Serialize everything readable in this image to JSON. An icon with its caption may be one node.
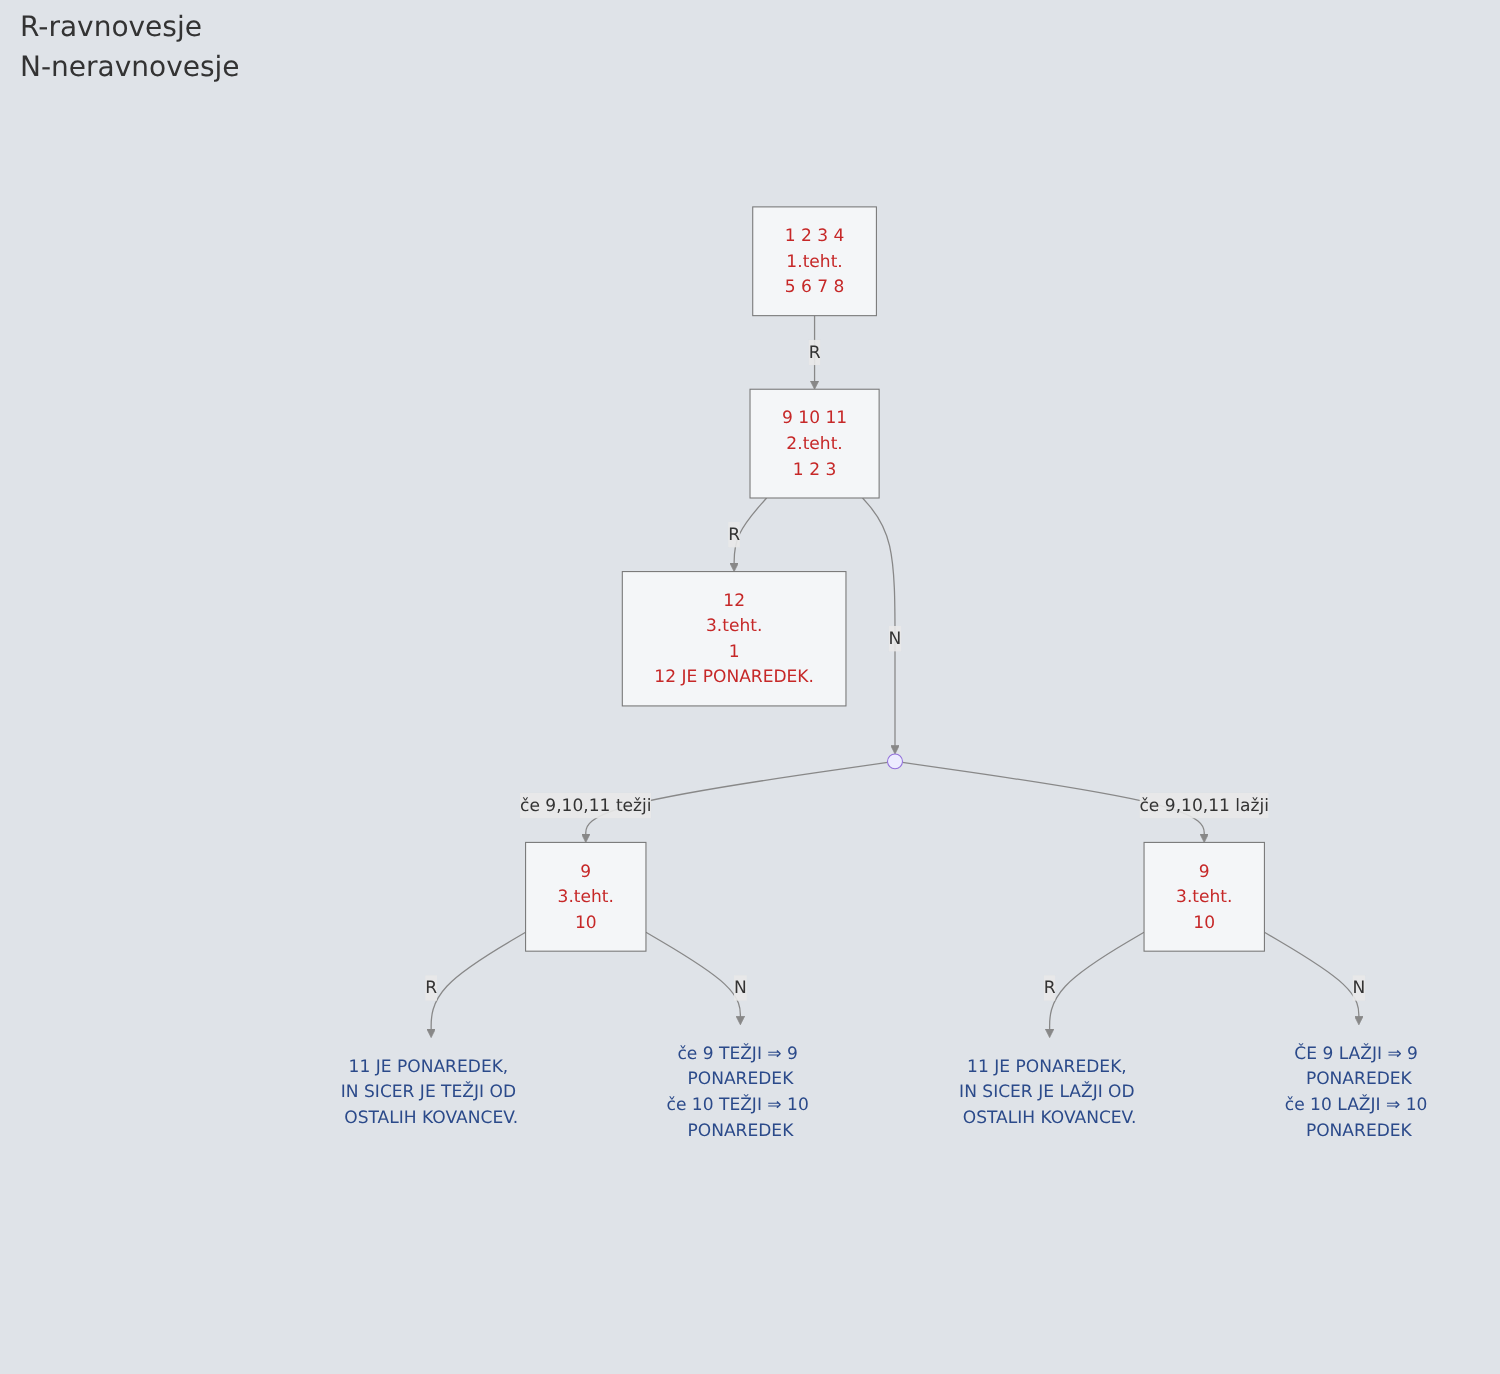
{
  "diagram": {
    "nodes": [
      {
        "text": [
          "1 2 3 4",
          "1.teht.",
          "5 6 7 8"
        ]
      },
      {
        "text": [
          "9 10 11",
          "2.teht.",
          "1 2 3"
        ]
      },
      {
        "text": [
          "12",
          "3.teht.",
          "1",
          "12 JE PONAREDEK."
        ]
      },
      {
        "text": [],
        "shape": "point"
      },
      {
        "text": [
          "9",
          "3.teht.",
          "10"
        ]
      },
      {
        "text": [
          "9",
          "3.teht.",
          "10"
        ]
      },
      {
        "text": [
          "11 JE PONAREDEK, IN SICER JE TEŽJI OD OSTALIH KOVANCEV."
        ]
      },
      {
        "text": [
          "če 9 TEŽJI ⇒ 9 PONAREDEK",
          "če 10 TEŽJI ⇒ 10 PONAREDEK"
        ]
      },
      {
        "text": [
          "11 JE PONAREDEK, IN SICER JE LAŽJI OD OSTALIH KOVANCEV."
        ]
      },
      {
        "text": [
          "ČE 9 LAŽJI ⇒ 9 PONAREDEK",
          "če 10 LAŽJI ⇒ 10 PONAREDEK"
        ]
      }
    ],
    "edges": [
      {
        "from": 0,
        "to": 1,
        "arrow": "to",
        "label": "R"
      },
      {
        "from": 1,
        "to": 2,
        "arrow": "to",
        "label": "R"
      },
      {
        "from": 1,
        "to": 3,
        "arrow": "to",
        "label": "N"
      },
      {
        "from": 3,
        "to": 4,
        "arrow": "to",
        "label": "če 9,10,11 težji"
      },
      {
        "from": 3,
        "to": 5,
        "arrow": "to",
        "label": "če 9,10,11 lažji"
      },
      {
        "from": 4,
        "to": 6,
        "arrow": "to",
        "label": "R"
      },
      {
        "from": 4,
        "to": 7,
        "arrow": "to",
        "label": "N"
      },
      {
        "from": 5,
        "to": 8,
        "arrow": "to",
        "label": "R"
      },
      {
        "from": 5,
        "to": 9,
        "arrow": "to",
        "label": "N"
      }
    ],
    "labels": [
      "R-ravnovesje",
      "N-neravnovesje"
    ]
  }
}
